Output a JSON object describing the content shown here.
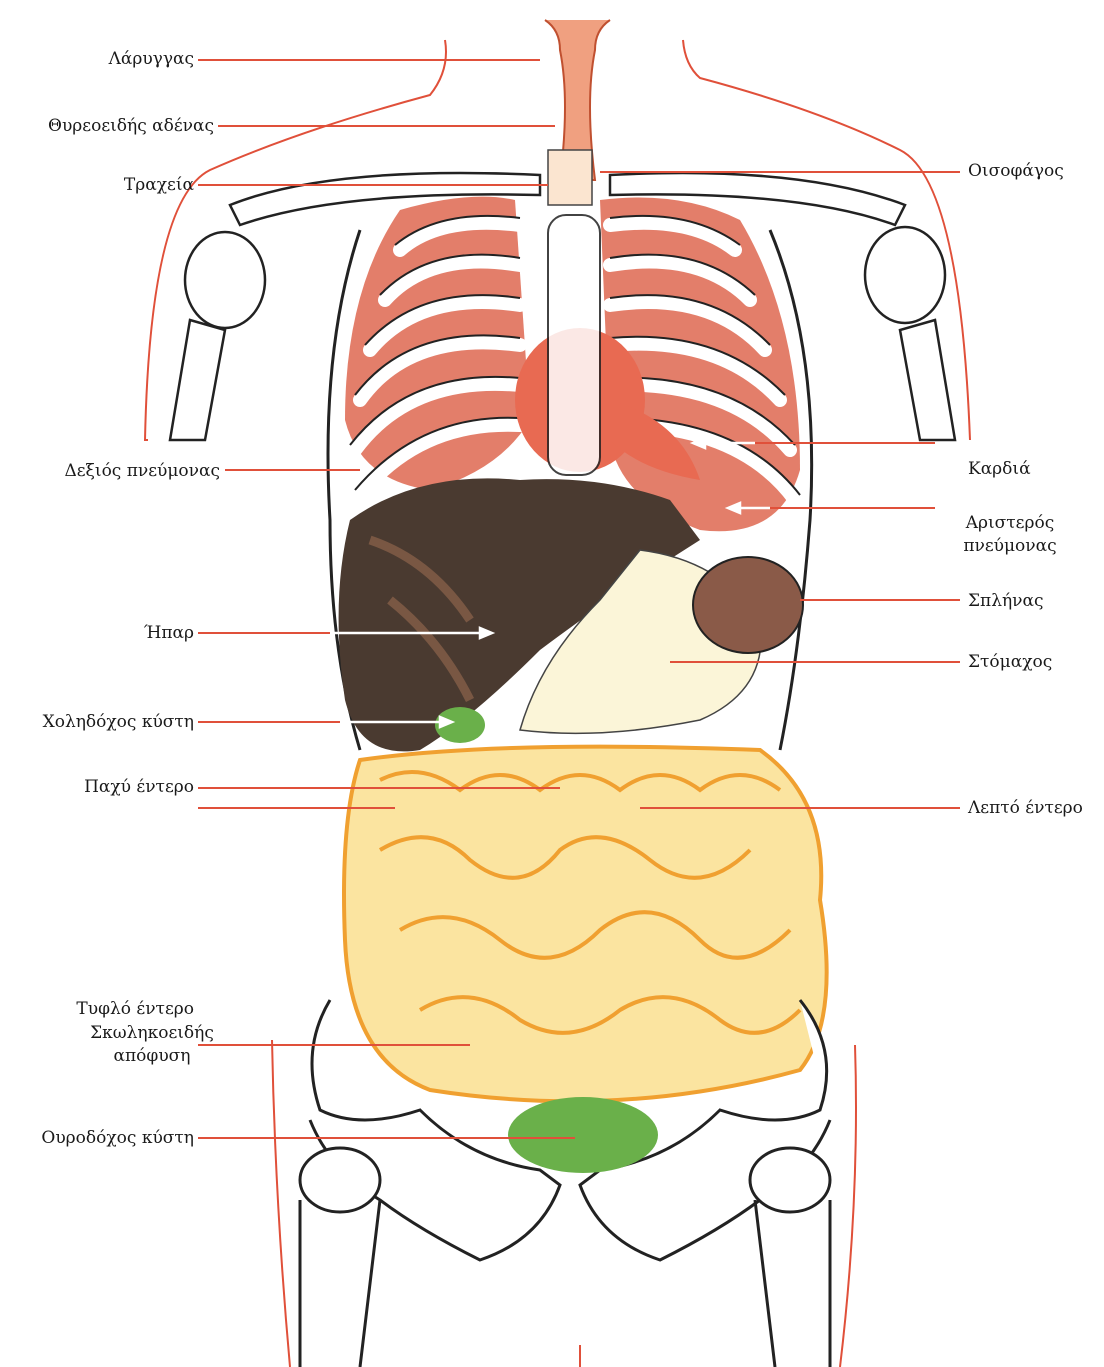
{
  "colors": {
    "leader": "#e0503a",
    "lung": "#e0705a",
    "heart": "#e86a52",
    "liver": "#4a3a30",
    "intestine": "#f5d98a",
    "intestine_stroke": "#f0a030",
    "bladder": "#6ab04a",
    "bone": "#222222"
  },
  "labels": {
    "left": [
      {
        "key": "larynx",
        "text": "Λάρυγγας"
      },
      {
        "key": "thyroid",
        "text": "Θυρεοειδής αδένας"
      },
      {
        "key": "trachea",
        "text": "Τραχεία"
      },
      {
        "key": "right_lung",
        "text": "Δεξιός πνεύμονας"
      },
      {
        "key": "liver",
        "text": "Ήπαρ"
      },
      {
        "key": "gallbladder",
        "text": "Χοληδόχος κύστη"
      },
      {
        "key": "large_intestine",
        "text": "Παχύ έντερο"
      },
      {
        "key": "cecum",
        "text": "Τυφλό έντερο"
      },
      {
        "key": "appendix_1",
        "text": "Σκωληκοειδής"
      },
      {
        "key": "appendix_2",
        "text": "απόφυση"
      },
      {
        "key": "urinary_bladder",
        "text": "Ουροδόχος κύστη"
      }
    ],
    "right": [
      {
        "key": "esophagus",
        "text": "Οισοφάγος"
      },
      {
        "key": "heart",
        "text": "Καρδιά"
      },
      {
        "key": "left_lung_1",
        "text": "Αριστερός"
      },
      {
        "key": "left_lung_2",
        "text": "πνεύμονας"
      },
      {
        "key": "spleen",
        "text": "Σπλήνας"
      },
      {
        "key": "stomach",
        "text": "Στόμαχος"
      },
      {
        "key": "small_intestine",
        "text": "Λεπτό έντερο"
      }
    ]
  }
}
